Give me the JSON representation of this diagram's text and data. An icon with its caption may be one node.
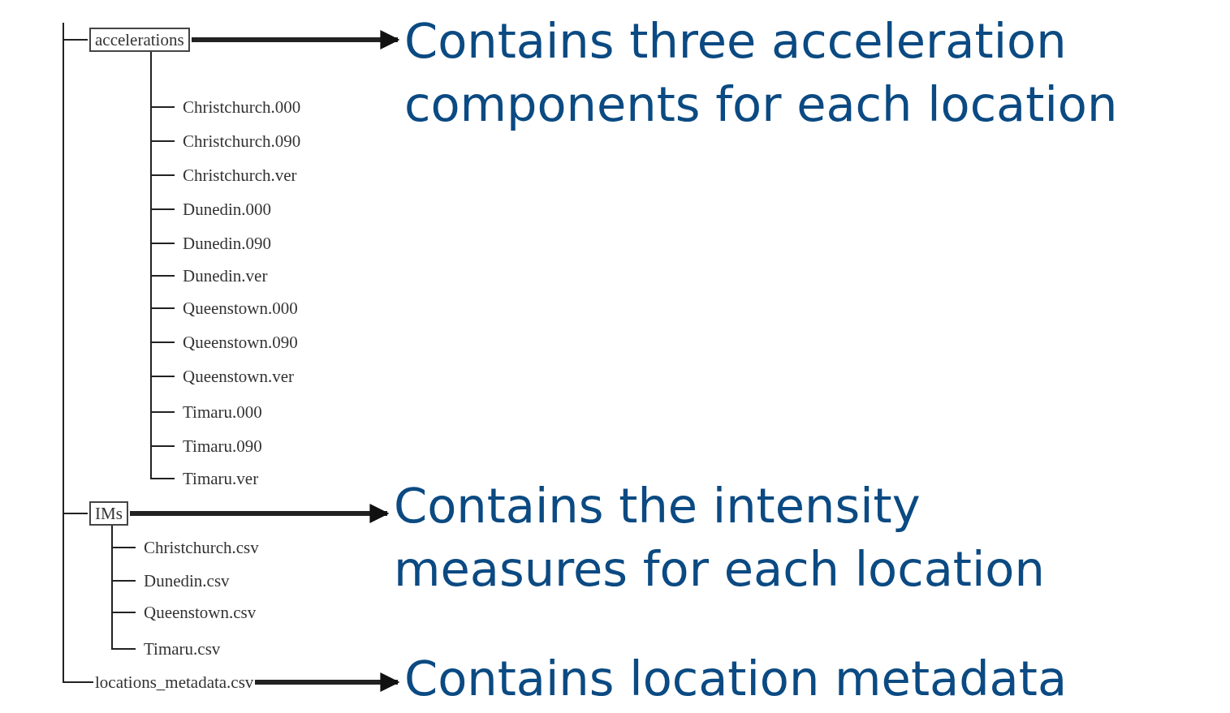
{
  "diagram": {
    "nodes": [
      {
        "text": [
          "accelerations"
        ]
      },
      {
        "text": [
          "Christchurch.000"
        ]
      },
      {
        "text": [
          "Christchurch.090"
        ]
      },
      {
        "text": [
          "Christchurch.ver"
        ]
      },
      {
        "text": [
          "Dunedin.000"
        ]
      },
      {
        "text": [
          "Dunedin.090"
        ]
      },
      {
        "text": [
          "Dunedin.ver"
        ]
      },
      {
        "text": [
          "Queenstown.000"
        ]
      },
      {
        "text": [
          "Queenstown.090"
        ]
      },
      {
        "text": [
          "Queenstown.ver"
        ]
      },
      {
        "text": [
          "Timaru.000"
        ]
      },
      {
        "text": [
          "Timaru.090"
        ]
      },
      {
        "text": [
          "Timaru.ver"
        ]
      },
      {
        "text": [
          "IMs"
        ]
      },
      {
        "text": [
          "Christchurch.csv"
        ]
      },
      {
        "text": [
          "Dunedin.csv"
        ]
      },
      {
        "text": [
          "Queenstown.csv"
        ]
      },
      {
        "text": [
          "Timaru.csv"
        ]
      },
      {
        "text": [
          "locations_metadata.csv"
        ]
      },
      {
        "text": [
          "Contains three acceleration components for each location"
        ]
      },
      {
        "text": [
          "Contains the intensity measures for each location"
        ]
      },
      {
        "text": [
          "Contains location metadata"
        ]
      }
    ],
    "edges": [
      {
        "from": null,
        "to": 0,
        "arrow": "none"
      },
      {
        "from": null,
        "to": 13,
        "arrow": "none"
      },
      {
        "from": null,
        "to": 18,
        "arrow": "none"
      },
      {
        "from": 0,
        "to": 1,
        "arrow": "none"
      },
      {
        "from": 0,
        "to": 2,
        "arrow": "none"
      },
      {
        "from": 0,
        "to": 3,
        "arrow": "none"
      },
      {
        "from": 0,
        "to": 4,
        "arrow": "none"
      },
      {
        "from": 0,
        "to": 5,
        "arrow": "none"
      },
      {
        "from": 0,
        "to": 6,
        "arrow": "none"
      },
      {
        "from": 0,
        "to": 7,
        "arrow": "none"
      },
      {
        "from": 0,
        "to": 8,
        "arrow": "none"
      },
      {
        "from": 0,
        "to": 9,
        "arrow": "none"
      },
      {
        "from": 0,
        "to": 10,
        "arrow": "none"
      },
      {
        "from": 0,
        "to": 11,
        "arrow": "none"
      },
      {
        "from": 0,
        "to": 12,
        "arrow": "none"
      },
      {
        "from": 13,
        "to": 14,
        "arrow": "none"
      },
      {
        "from": 13,
        "to": 15,
        "arrow": "none"
      },
      {
        "from": 13,
        "to": 16,
        "arrow": "none"
      },
      {
        "from": 13,
        "to": 17,
        "arrow": "none"
      },
      {
        "from": 0,
        "to": 19,
        "arrow": "to",
        "style": "thick"
      },
      {
        "from": 13,
        "to": 20,
        "arrow": "to",
        "style": "thick"
      },
      {
        "from": 18,
        "to": 21,
        "arrow": "to",
        "style": "thick"
      }
    ]
  }
}
